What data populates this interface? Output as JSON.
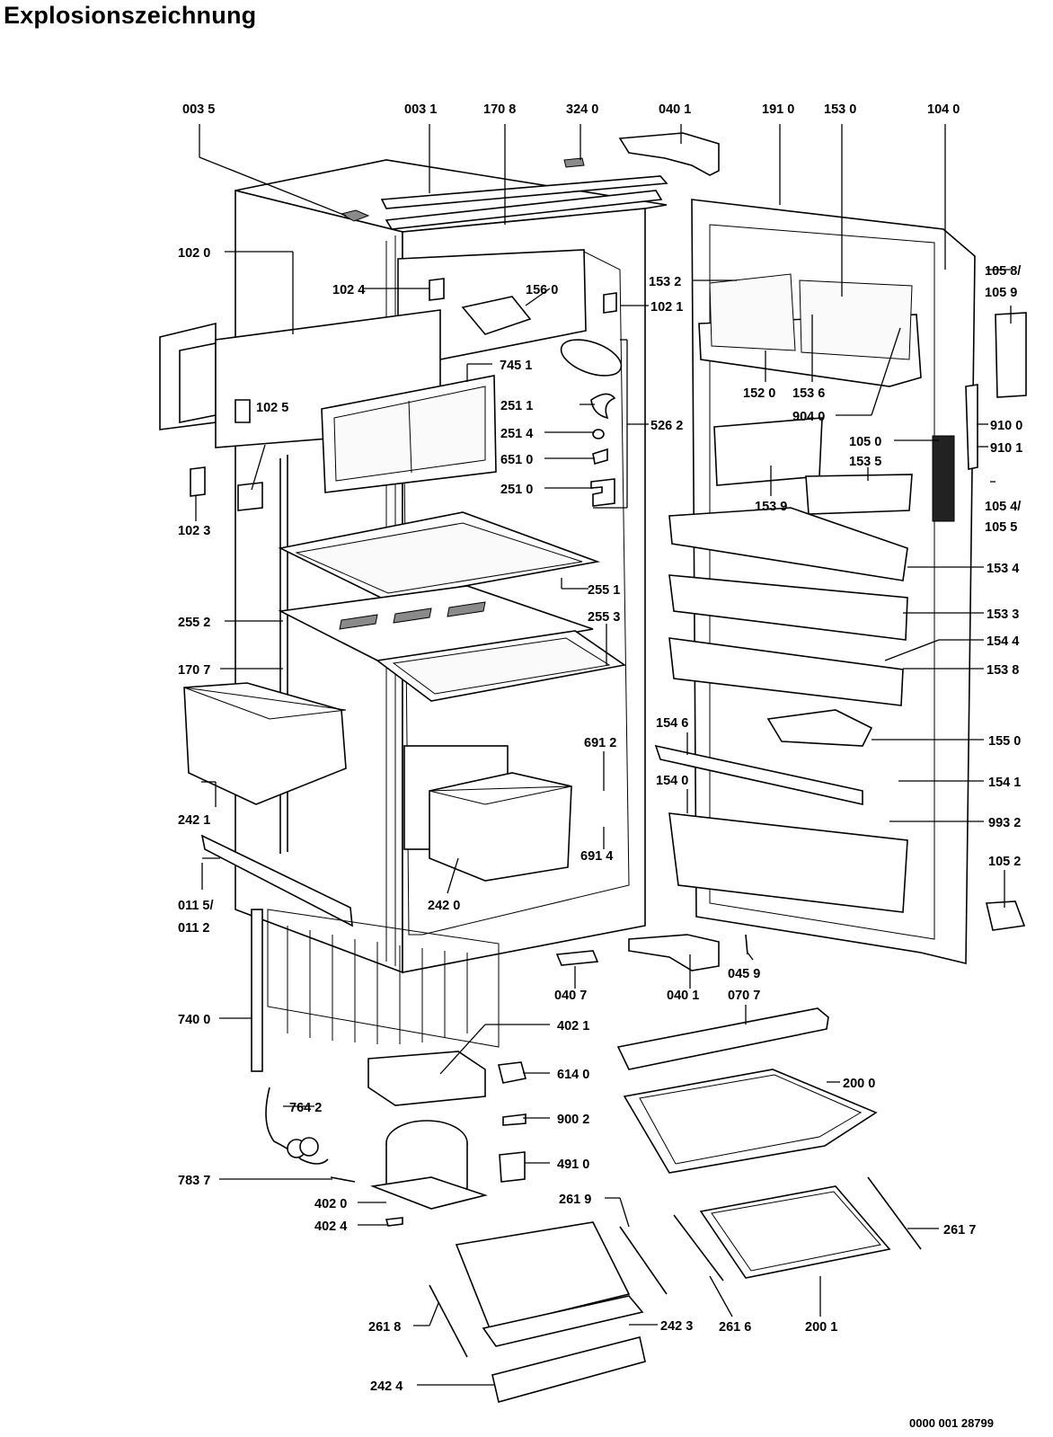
{
  "title": "Explosionszeichnung",
  "document_number": "0000 001 28799",
  "part_labels": [
    "003 5",
    "003 1",
    "170 8",
    "324 0",
    "040 1",
    "191 0",
    "153 0",
    "104 0",
    "102 0",
    "102 4",
    "156 0",
    "102 1",
    "153 2",
    "105 8/",
    "105 9",
    "745  1",
    "251 1",
    "251 4",
    "651 0",
    "251 0",
    "526 2",
    "152 0",
    "153 6",
    "904 0",
    "910 0",
    "910 1",
    "105 0",
    "153 5",
    "102 5",
    "102 3",
    "153 9",
    "105 4/",
    "105 5",
    "153 4",
    "255 1",
    "255 2",
    "255 3",
    "153 3",
    "154 4",
    "170 7",
    "153 8",
    "154 6",
    "155 0",
    "691 2",
    "154 1",
    "242 1",
    "154 0",
    "993 2",
    "691 4",
    "011 5/",
    "011 2",
    "242 0",
    "105 2",
    "045 9",
    "040 7",
    "040 1",
    "070 7",
    "740 0",
    "402 1",
    "614 0",
    "200 0",
    "764 2",
    "900 2",
    "491 0",
    "783 7",
    "402 0",
    "261 9",
    "402 4",
    "261 7",
    "261 8",
    "242 3",
    "261 6",
    "200 1",
    "242 4"
  ]
}
